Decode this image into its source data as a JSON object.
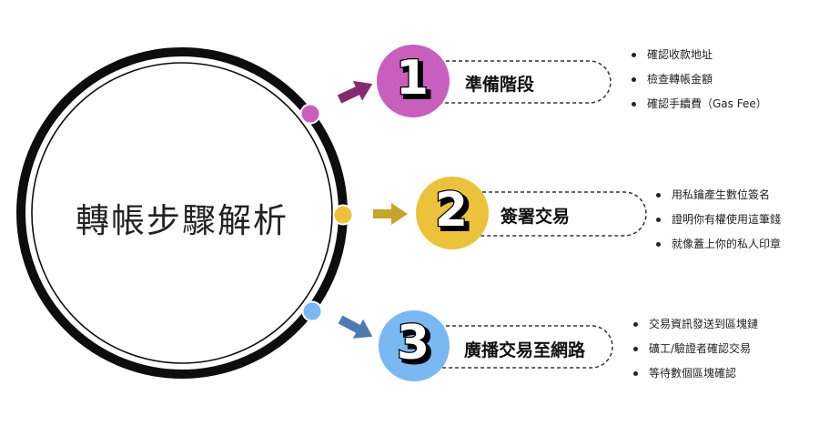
{
  "center_title": "轉帳步驟解析",
  "colors": {
    "ring": "#0d0d0d",
    "step1": "#c85fbf",
    "step2": "#ecc23a",
    "step3": "#79b8f2",
    "arrow1": "#86296f",
    "arrow2": "#c5a52b",
    "arrow3": "#4f79b2"
  },
  "steps": [
    {
      "number": "1",
      "label": "準備階段",
      "icon": "arrow-right-icon",
      "bullets": [
        "確認收款地址",
        "檢查轉帳金額",
        "確認手續費（Gas Fee）"
      ]
    },
    {
      "number": "2",
      "label": "簽署交易",
      "icon": "arrow-right-icon",
      "bullets": [
        "用私鑰產生數位簽名",
        "證明你有權使用這筆錢",
        "就像蓋上你的私人印章"
      ]
    },
    {
      "number": "3",
      "label": "廣播交易至網路",
      "icon": "arrow-right-icon",
      "bullets": [
        "交易資訊發送到區塊鏈",
        "礦工/驗證者確認交易",
        "等待數個區塊確認"
      ]
    }
  ]
}
